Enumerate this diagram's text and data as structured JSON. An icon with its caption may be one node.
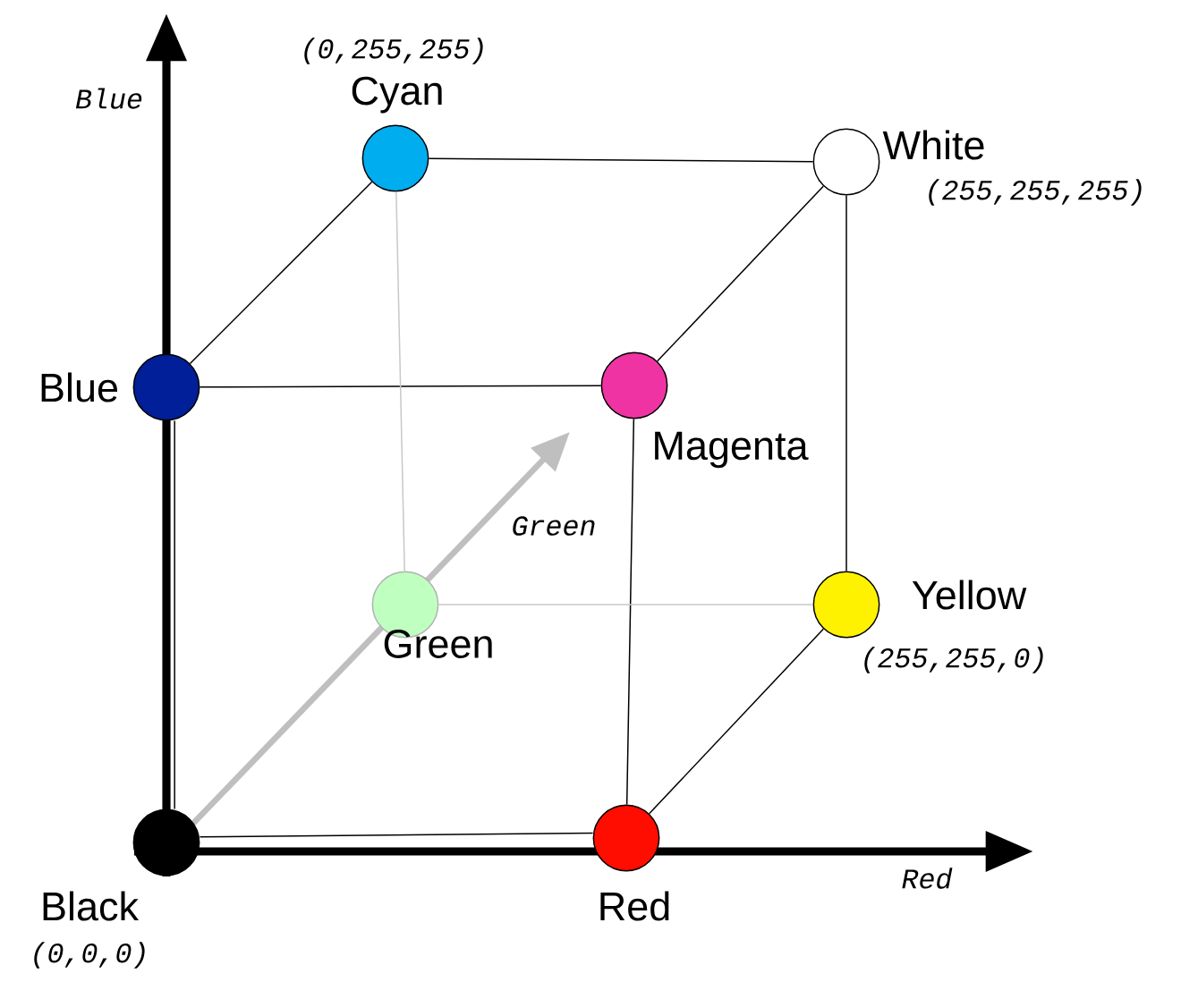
{
  "diagram": {
    "nodes": [
      {
        "text": [],
        "shape": "circle",
        "beside": [
          "Black",
          "(0,0,0)"
        ]
      },
      {
        "text": [],
        "shape": "circle",
        "beside": [
          "Red"
        ]
      },
      {
        "text": [],
        "shape": "circle",
        "beside": [
          "Blue"
        ]
      },
      {
        "text": [],
        "shape": "circle",
        "beside": [
          "Magenta"
        ]
      },
      {
        "text": [],
        "shape": "circle",
        "beside": [
          "Cyan",
          "(0,255,255)"
        ]
      },
      {
        "text": [],
        "shape": "circle",
        "beside": [
          "White",
          "(255,255,255)"
        ]
      },
      {
        "text": [],
        "shape": "circle",
        "beside": [
          "Green"
        ]
      },
      {
        "text": [],
        "shape": "circle",
        "beside": [
          "Yellow",
          "(255,255,0)"
        ]
      }
    ],
    "edges": [
      {
        "from": 0,
        "to": 2,
        "arrow": "none"
      },
      {
        "from": 0,
        "to": 1,
        "arrow": "none"
      },
      {
        "from": 2,
        "to": 4,
        "arrow": "none"
      },
      {
        "from": 2,
        "to": 3,
        "arrow": "none"
      },
      {
        "from": 4,
        "to": 5,
        "arrow": "none"
      },
      {
        "from": 4,
        "to": 6,
        "arrow": "none",
        "color": "#c8c8c8"
      },
      {
        "from": 3,
        "to": 5,
        "arrow": "none"
      },
      {
        "from": 3,
        "to": 1,
        "arrow": "none"
      },
      {
        "from": 5,
        "to": 7,
        "arrow": "none"
      },
      {
        "from": 6,
        "to": 7,
        "arrow": "none",
        "color": "#c8c8c8"
      },
      {
        "from": 1,
        "to": 7,
        "arrow": "none"
      }
    ],
    "labels": [
      "Blue",
      "Green",
      "Red"
    ]
  }
}
